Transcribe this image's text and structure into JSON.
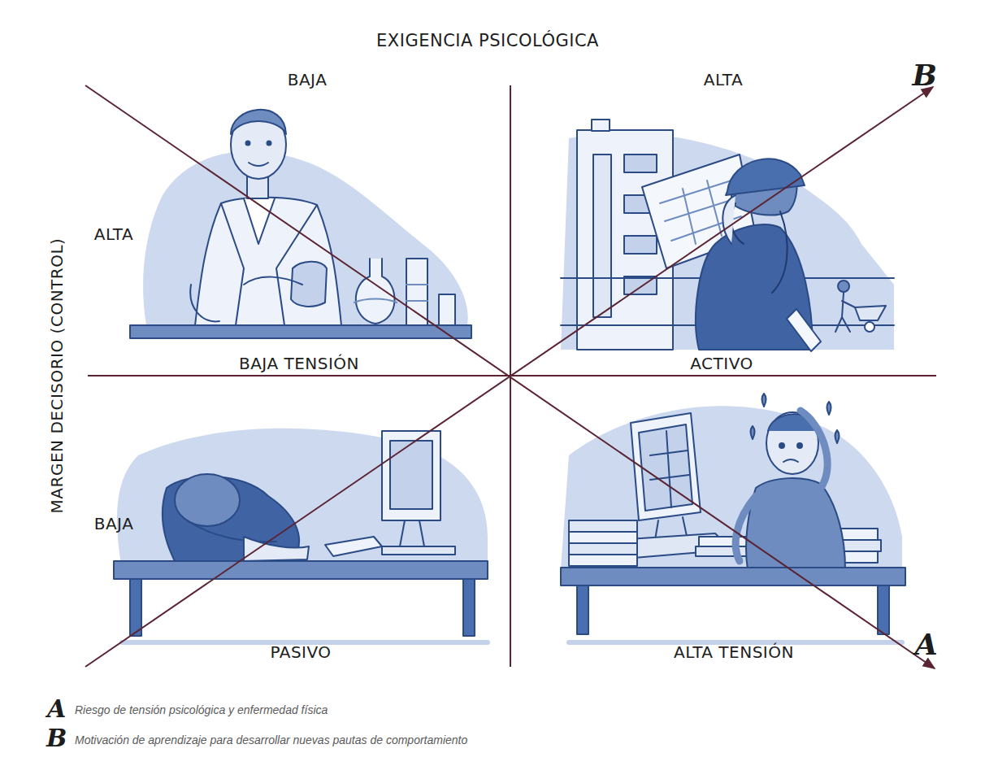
{
  "diagram": {
    "labels": [
      "EXIGENCIA PSICOLÓGICA",
      "BAJA",
      "ALTA",
      "B",
      "MARGEN DECISORIO (CONTROL)",
      "ALTA",
      "BAJA TENSIÓN",
      "ACTIVO",
      "BAJA",
      "PASIVO",
      "ALTA TENSIÓN",
      "A",
      "A",
      "B"
    ],
    "legend": [
      {
        "text": "Riesgo de tensión psicológica y enfermedad física"
      },
      {
        "text": "Motivación de aprendizaje para desarrollar nuevas pautas de comportamiento"
      }
    ]
  }
}
